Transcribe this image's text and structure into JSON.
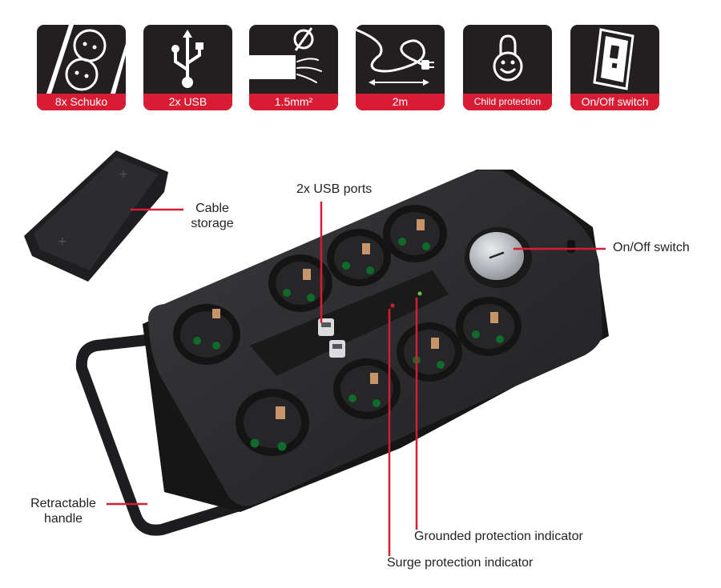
{
  "features": [
    {
      "icon": "schuko-outlets-icon",
      "label": "8x Schuko"
    },
    {
      "icon": "usb-icon",
      "label": "2x USB"
    },
    {
      "icon": "cable-cross-section-icon",
      "label": "1.5mm²"
    },
    {
      "icon": "cable-plug-icon",
      "label": "2m"
    },
    {
      "icon": "child-lock-icon",
      "label": "Child protection"
    },
    {
      "icon": "power-switch-icon",
      "label": "On/Off switch"
    }
  ],
  "callouts": {
    "cable_storage": [
      "Cable",
      "storage"
    ],
    "usb_ports": "2x USB ports",
    "on_off_switch": "On/Off switch",
    "retractable_handle": [
      "Retractable",
      "handle"
    ],
    "grounded_indicator": "Grounded protection indicator",
    "surge_indicator": "Surge protection indicator"
  },
  "colors": {
    "accent": "#d71c33",
    "tile": "#231f20",
    "body": "#2b2b2d"
  }
}
